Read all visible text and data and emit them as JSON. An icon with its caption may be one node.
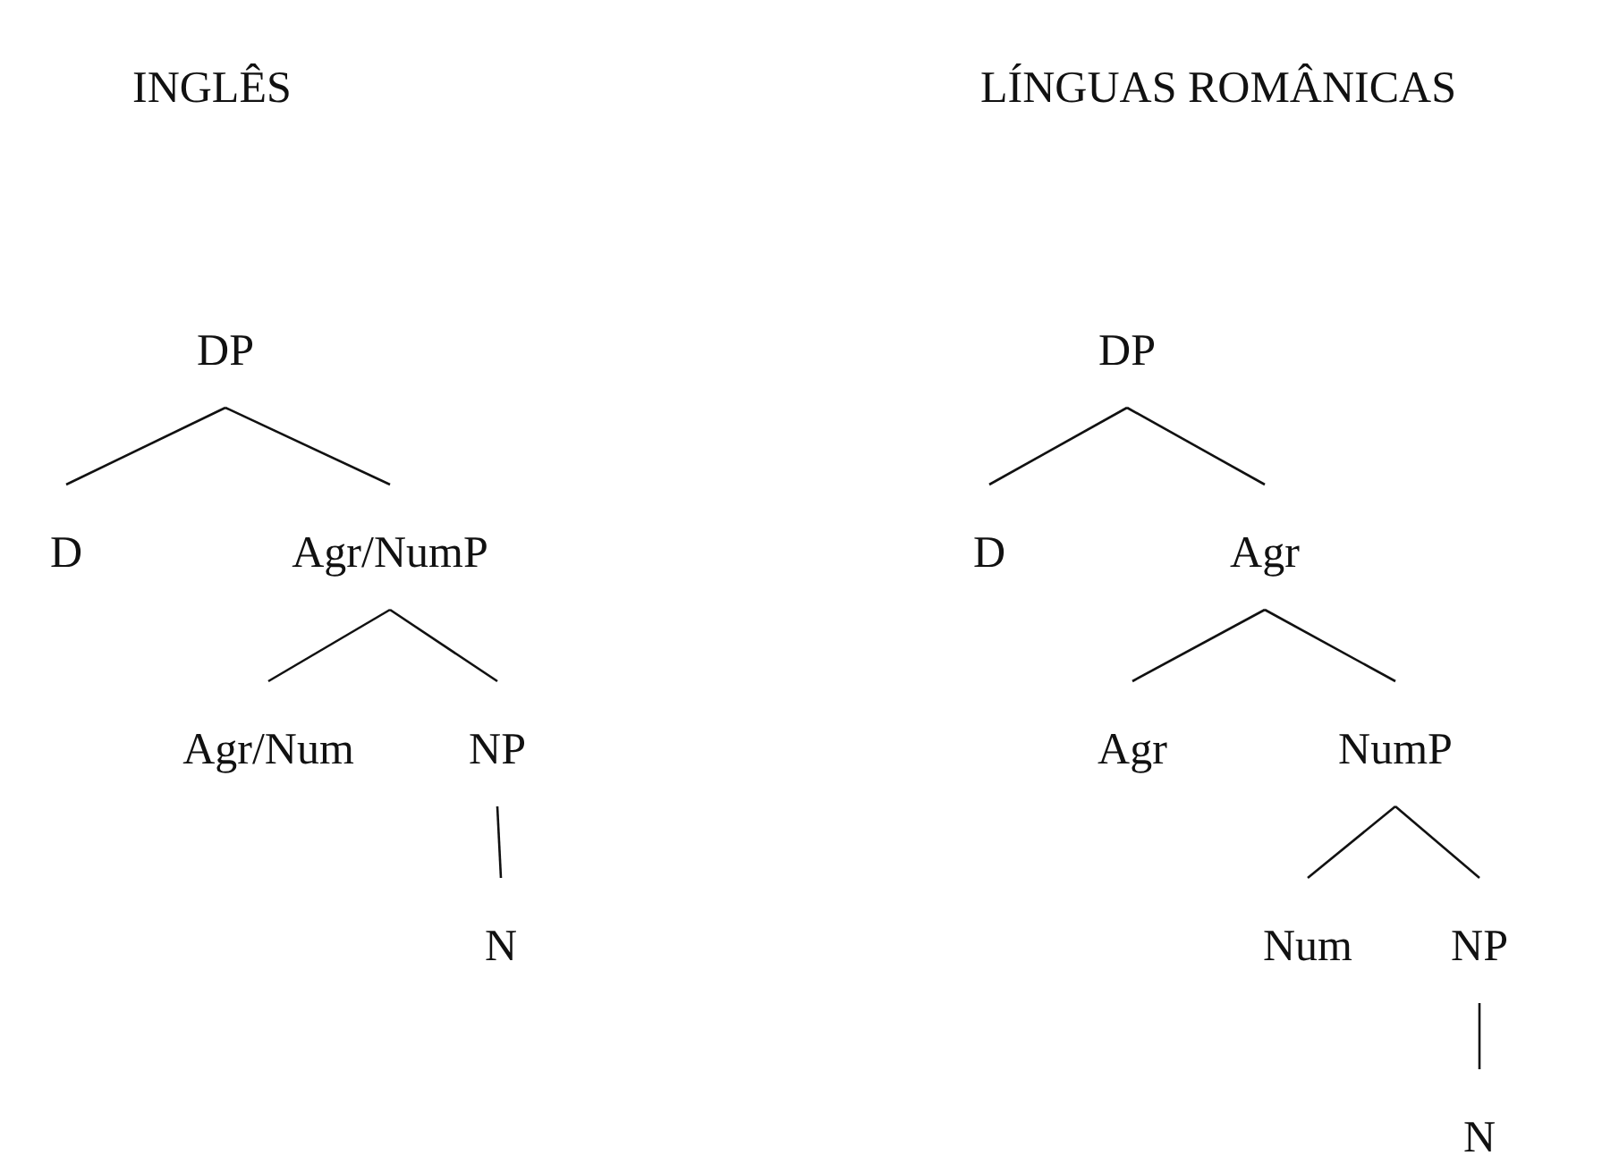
{
  "diagram": {
    "nodes": [
      {
        "text": [
          "DP"
        ]
      },
      {
        "text": [
          "D"
        ]
      },
      {
        "text": [
          "Agr/NumP"
        ]
      },
      {
        "text": [
          "Agr/Num"
        ]
      },
      {
        "text": [
          "NP"
        ]
      },
      {
        "text": [
          "N"
        ]
      },
      {
        "text": [
          "DP"
        ]
      },
      {
        "text": [
          "D"
        ]
      },
      {
        "text": [
          "Agr"
        ]
      },
      {
        "text": [
          "Agr"
        ]
      },
      {
        "text": [
          "NumP"
        ]
      },
      {
        "text": [
          "Num"
        ]
      },
      {
        "text": [
          "NP"
        ]
      },
      {
        "text": [
          "N"
        ]
      }
    ],
    "edges": [
      {
        "from": 0,
        "to": 1,
        "arrow": "none"
      },
      {
        "from": 0,
        "to": 2,
        "arrow": "none"
      },
      {
        "from": 2,
        "to": 3,
        "arrow": "none"
      },
      {
        "from": 2,
        "to": 4,
        "arrow": "none"
      },
      {
        "from": 4,
        "to": 5,
        "arrow": "none"
      },
      {
        "from": 6,
        "to": 7,
        "arrow": "none"
      },
      {
        "from": 6,
        "to": 8,
        "arrow": "none"
      },
      {
        "from": 8,
        "to": 9,
        "arrow": "none"
      },
      {
        "from": 8,
        "to": 10,
        "arrow": "none"
      },
      {
        "from": 10,
        "to": 11,
        "arrow": "none"
      },
      {
        "from": 10,
        "to": 12,
        "arrow": "none"
      },
      {
        "from": 12,
        "to": 13,
        "arrow": "none"
      }
    ],
    "labels": [
      "INGLÊS",
      "LÍNGUAS ROMÂNICAS"
    ]
  }
}
